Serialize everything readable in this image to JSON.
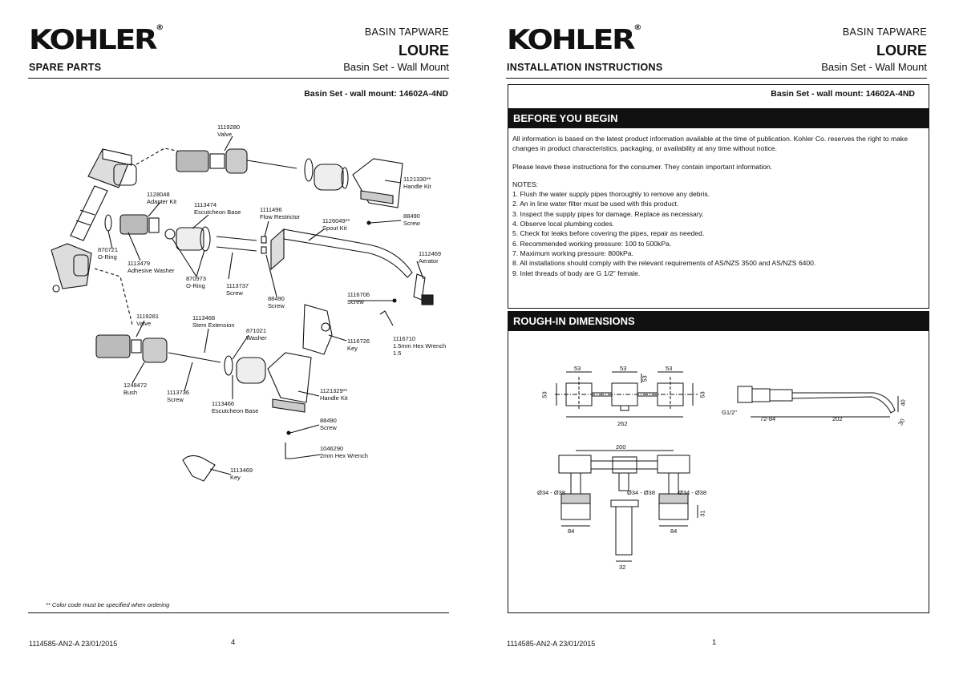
{
  "brand": "KOHLER",
  "left_page": {
    "section": "SPARE PARTS",
    "category": "BASIN TAPWARE",
    "product": "LOURE",
    "subtitle": "Basin Set - Wall Mount",
    "model_line": "Basin Set - wall mount:   14602A-4ND",
    "parts": [
      {
        "id": "p1",
        "code": "1119280",
        "name": "Valve"
      },
      {
        "id": "p2",
        "code": "1128048",
        "name": "Adapter Kit"
      },
      {
        "id": "p3",
        "code": "1113474",
        "name": "Escutcheon Base"
      },
      {
        "id": "p4",
        "code": "1111496",
        "name": "Flow Restrictor"
      },
      {
        "id": "p5",
        "code": "1126049**",
        "name": "Spout Kit"
      },
      {
        "id": "p6",
        "code": "1121330**",
        "name": "Handle Kit"
      },
      {
        "id": "p7",
        "code": "88490",
        "name": "Screw"
      },
      {
        "id": "p8",
        "code": "870721",
        "name": "O-Ring"
      },
      {
        "id": "p9",
        "code": "1113479",
        "name": "Adhesive Washer"
      },
      {
        "id": "p10",
        "code": "870973",
        "name": "O-Ring"
      },
      {
        "id": "p11",
        "code": "1113737",
        "name": "Screw"
      },
      {
        "id": "p12",
        "code": "88490",
        "name": "Screw"
      },
      {
        "id": "p13",
        "code": "1112469",
        "name": "Aerator"
      },
      {
        "id": "p14",
        "code": "1116706",
        "name": "Screw"
      },
      {
        "id": "p15",
        "code": "1119281",
        "name": "Valve"
      },
      {
        "id": "p16",
        "code": "1113468",
        "name": "Stem Extension"
      },
      {
        "id": "p17",
        "code": "871021",
        "name": "Washer"
      },
      {
        "id": "p18",
        "code": "1116726",
        "name": "Key"
      },
      {
        "id": "p19",
        "code": "1116710",
        "name": "1.5mm Hex Wrench 1.5"
      },
      {
        "id": "p20",
        "code": "1248472",
        "name": "Bush"
      },
      {
        "id": "p21",
        "code": "1113736",
        "name": "Screw"
      },
      {
        "id": "p22",
        "code": "1113466",
        "name": "Escutcheon Base"
      },
      {
        "id": "p23",
        "code": "1121329**",
        "name": "Handle Kit"
      },
      {
        "id": "p24",
        "code": "88490",
        "name": "Screw"
      },
      {
        "id": "p25",
        "code": "1046290",
        "name": "2mm Hex Wrench"
      },
      {
        "id": "p26",
        "code": "1113469",
        "name": "Key"
      }
    ],
    "color_note": "** Color code must be specified when ordering",
    "doc_code": "1114585-AN2-A    23/01/2015",
    "page_number": "4"
  },
  "right_page": {
    "section": "INSTALLATION INSTRUCTIONS",
    "category": "BASIN TAPWARE",
    "product": "LOURE",
    "subtitle": "Basin Set - Wall Mount",
    "model_line": "Basin Set - wall mount:   14602A-4ND",
    "before_title": "BEFORE YOU BEGIN",
    "intro": "All information is based on the latest product information available at the time of publication. Kohler Co. reserves the right to make changes in product characteristics, packaging, or availability at any time without notice.",
    "leave": "Please leave these instructions for the consumer. They contain important information.",
    "notes_title": "NOTES:",
    "notes": [
      "1. Flush the water supply pipes thoroughly to remove any debris.",
      "2. An in line water filter must be used with this product.",
      "3. Inspect the supply pipes for damage. Replace as necessary.",
      "4. Observe local plumbing codes.",
      "5. Check for leaks before covering the pipes, repair as needed.",
      "6. Recommended working pressure: 100 to 500kPa.",
      "7. Maximum working pressure: 800kPa.",
      "8. All installations should comply with the relevant requirements of AS/NZS 3500 and AS/NZS 6400.",
      "9. Inlet threads of body are G 1/2\" female."
    ],
    "rough_title": "ROUGH-IN DIMENSIONS",
    "dims": {
      "d53": "53",
      "d262": "262",
      "d200": "200",
      "g12": "G1/2\"",
      "d7284": "72-84",
      "d202": "202",
      "d40": "40",
      "d30": "30",
      "dia": "Ø34 - Ø38",
      "d84": "84",
      "d32": "32",
      "d31": "31"
    },
    "doc_code": "1114585-AN2-A    23/01/2015",
    "page_number": "1"
  }
}
